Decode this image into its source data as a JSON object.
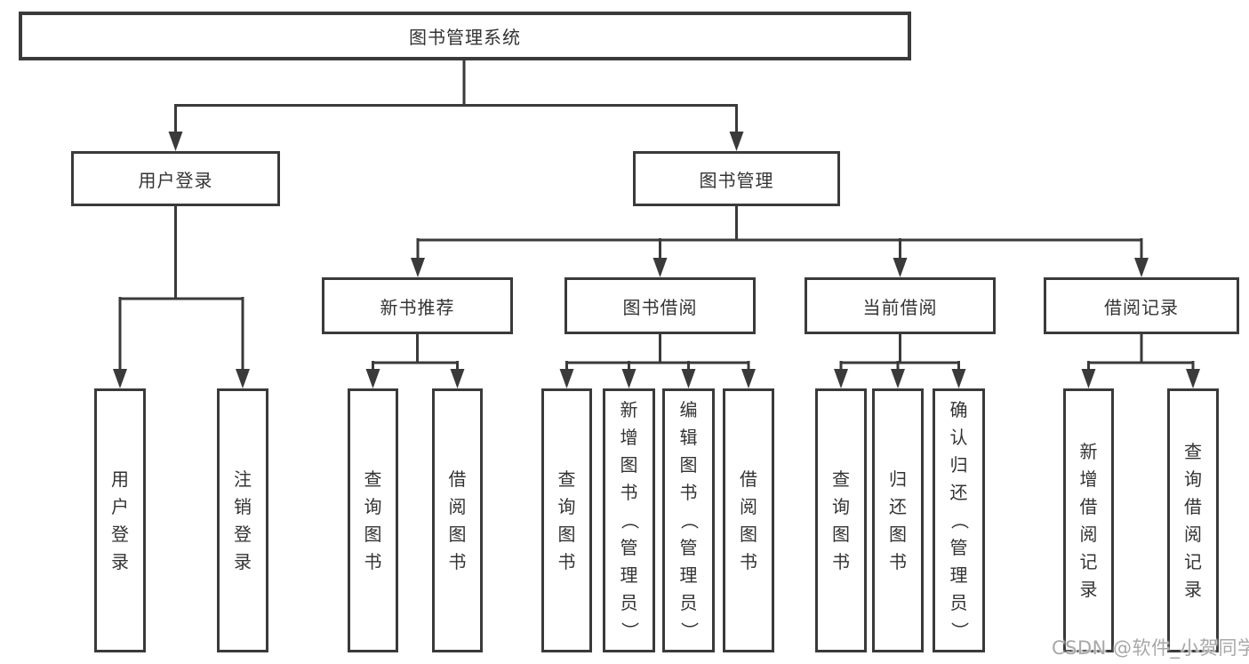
{
  "nodes": {
    "root": {
      "label": "图书管理系统"
    },
    "user_login": {
      "label": "用户登录"
    },
    "book_mgmt": {
      "label": "图书管理"
    },
    "new_book_rec": {
      "label": "新书推荐"
    },
    "book_borrow": {
      "label": "图书借阅"
    },
    "current_borrow": {
      "label": "当前借阅"
    },
    "borrow_record": {
      "label": "借阅记录"
    },
    "leaf_user_login": {
      "label": "用户登录"
    },
    "leaf_logout": {
      "label": "注销登录"
    },
    "leaf_rec_query": {
      "label": "查询图书"
    },
    "leaf_rec_borrow": {
      "label": "借阅图书"
    },
    "leaf_bb_query": {
      "label": "查询图书"
    },
    "leaf_bb_add": {
      "label": "新增图书（管理员）"
    },
    "leaf_bb_edit": {
      "label": "编辑图书（管理员）"
    },
    "leaf_bb_borrow": {
      "label": "借阅图书"
    },
    "leaf_cb_query": {
      "label": "查询图书"
    },
    "leaf_cb_return": {
      "label": "归还图书"
    },
    "leaf_cb_confirm": {
      "label": "确认归还（管理员）"
    },
    "leaf_br_add": {
      "label": "新增借阅记录"
    },
    "leaf_br_query": {
      "label": "查询借阅记录"
    }
  },
  "hierarchy": {
    "root": [
      "user_login",
      "book_mgmt"
    ],
    "user_login": [
      "leaf_user_login",
      "leaf_logout"
    ],
    "book_mgmt": [
      "new_book_rec",
      "book_borrow",
      "current_borrow",
      "borrow_record"
    ],
    "new_book_rec": [
      "leaf_rec_query",
      "leaf_rec_borrow"
    ],
    "book_borrow": [
      "leaf_bb_query",
      "leaf_bb_add",
      "leaf_bb_edit",
      "leaf_bb_borrow"
    ],
    "current_borrow": [
      "leaf_cb_query",
      "leaf_cb_return",
      "leaf_cb_confirm"
    ],
    "borrow_record": [
      "leaf_br_add",
      "leaf_br_query"
    ]
  },
  "watermark": {
    "text": "CSDN @软件_小贺同学"
  },
  "colors": {
    "line": "#3a3a3a",
    "text": "#333333",
    "watermark": "#a8a8a8",
    "background": "#ffffff"
  }
}
